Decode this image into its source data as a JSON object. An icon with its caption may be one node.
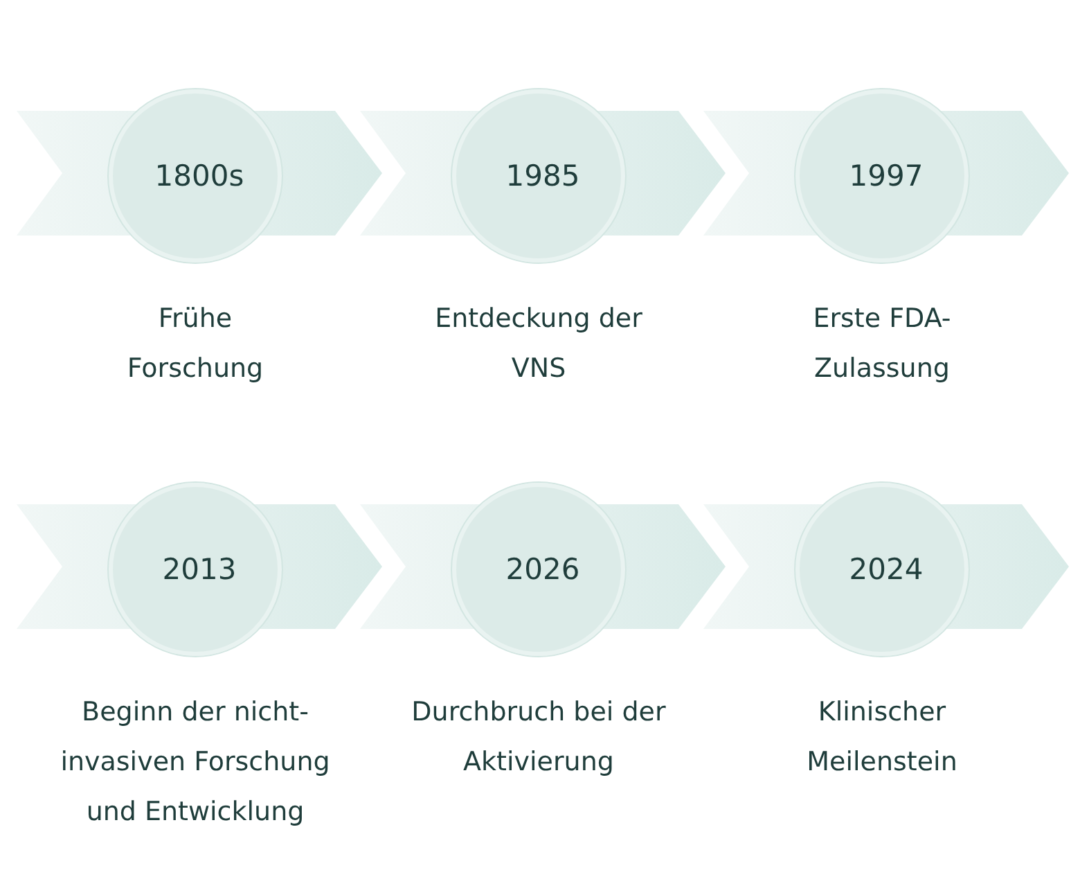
{
  "diagram": {
    "nodes": [
      {
        "text": [
          "1800s"
        ],
        "beside": [
          "Frühe Forschung"
        ]
      },
      {
        "text": [
          "1985"
        ],
        "beside": [
          "Entdeckung der VNS"
        ]
      },
      {
        "text": [
          "1997"
        ],
        "beside": [
          "Erste FDA-Zulassung"
        ]
      },
      {
        "text": [
          "2013"
        ],
        "beside": [
          "Beginn der nicht-invasiven Forschung und Entwicklung"
        ]
      },
      {
        "text": [
          "2026"
        ],
        "beside": [
          "Durchbruch bei der Aktivierung"
        ]
      },
      {
        "text": [
          "2024"
        ],
        "beside": [
          "Klinischer Meilenstein"
        ]
      }
    ]
  }
}
